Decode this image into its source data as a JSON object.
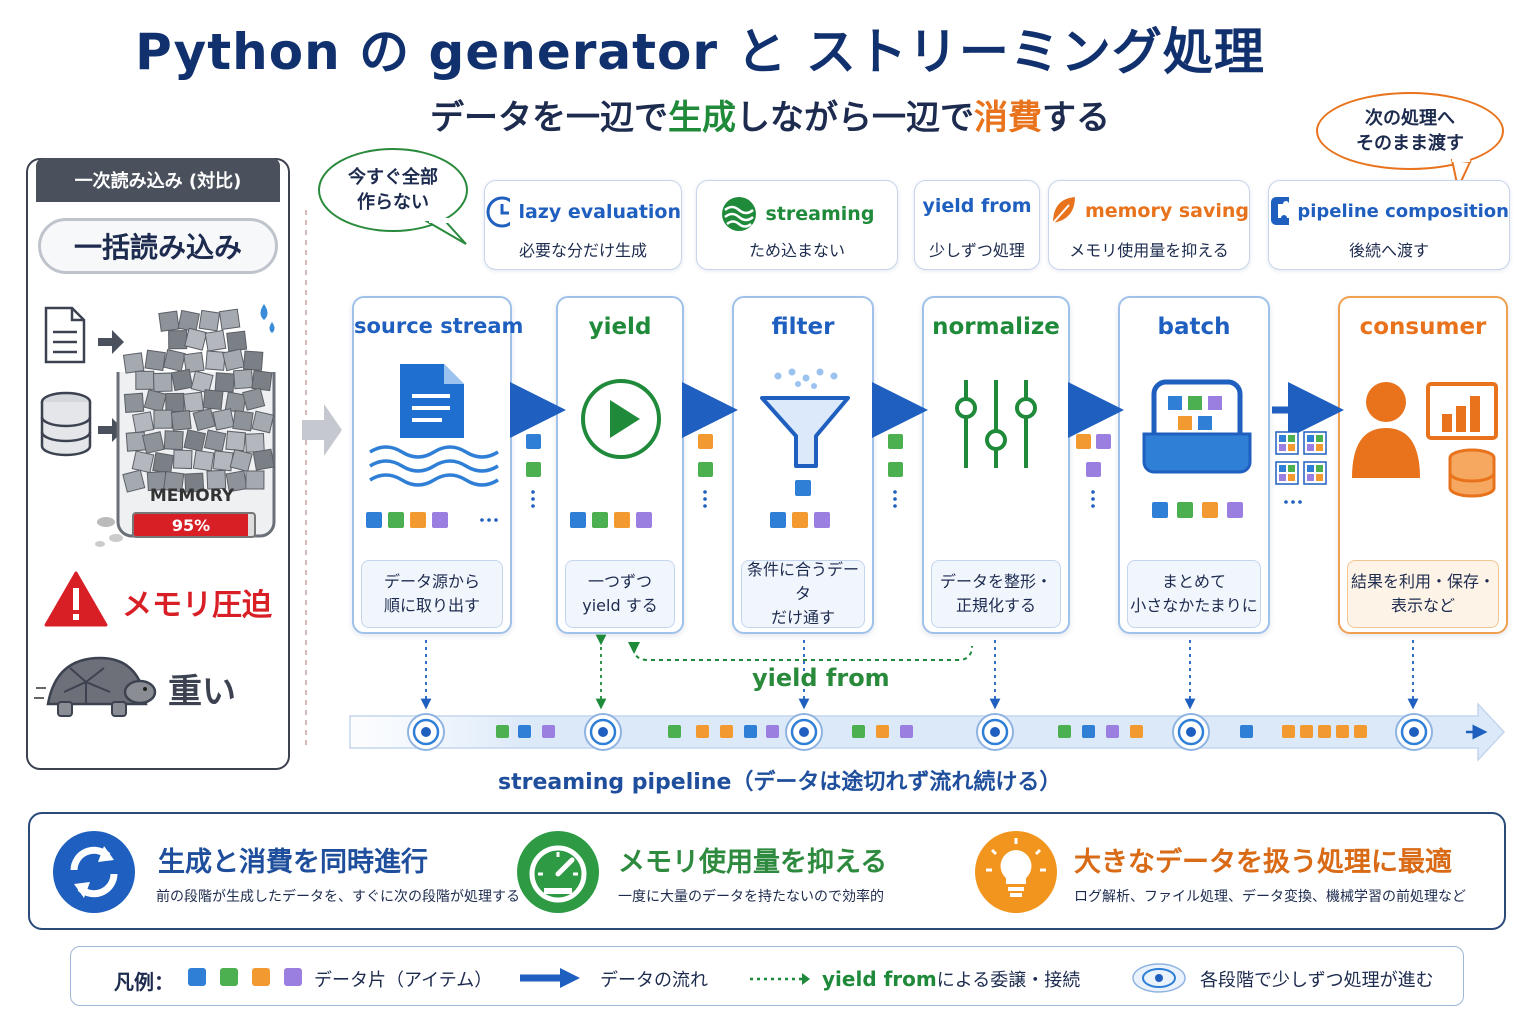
{
  "title": "Python の generator と ストリーミング処理",
  "subtitle": {
    "part1": "データを一辺で",
    "accent1": "生成",
    "part2": "しながら一辺で",
    "accent2": "消費",
    "part3": "する"
  },
  "bubbles": {
    "left": "今すぐ全部\n作らない",
    "right": "次の処理へ\nそのまま渡す"
  },
  "left_panel": {
    "tab": "一次読み込み (対比)",
    "pill": "一括読み込み",
    "memory_label": "MEMORY",
    "memory_text": "95%",
    "memory_level": 0.95,
    "warning": "メモリ圧迫",
    "heavy": "重い"
  },
  "features": [
    {
      "title": "lazy evaluation",
      "desc": "必要な分だけ生成",
      "color": "#1f5fbf",
      "icon": "clock-icon"
    },
    {
      "title": "streaming",
      "desc": "ため込まない",
      "color": "#1e8a3a",
      "icon": "wave-icon"
    },
    {
      "title": "yield from",
      "desc": "少しずつ処理",
      "color": "#1f5fbf",
      "icon": ""
    },
    {
      "title": "memory saving",
      "desc": "メモリ使用量を抑える",
      "color": "#e8731c",
      "icon": "leaf-icon"
    },
    {
      "title": "pipeline composition",
      "desc": "後続へ渡す",
      "color": "#1f5fbf",
      "icon": "puzzle-icon"
    }
  ],
  "stages": [
    {
      "title": "source stream",
      "desc": "データ源から\n順に取り出す",
      "color": "#1f5fbf"
    },
    {
      "title": "yield",
      "desc": "一つずつ\nyield する",
      "color": "#1e8a3a"
    },
    {
      "title": "filter",
      "desc": "条件に合うデータ\nだけ通す",
      "color": "#1f5fbf"
    },
    {
      "title": "normalize",
      "desc": "データを整形・\n正規化する",
      "color": "#1e8a3a"
    },
    {
      "title": "batch",
      "desc": "まとめて\n小さなかたまりに",
      "color": "#1f5fbf"
    },
    {
      "title": "consumer",
      "desc": "結果を利用・保存・\n表示など",
      "color": "#e8731c"
    }
  ],
  "yield_from_label": "yield from",
  "pipeline_label": "streaming pipeline（データは途切れず流れ続ける）",
  "bottom": [
    {
      "title": "生成と消費を同時進行",
      "desc": "前の段階が生成したデータを、すぐに次の段階が処理する",
      "color": "#1f5fbf",
      "icon": "cycle-icon"
    },
    {
      "title": "メモリ使用量を抑える",
      "desc": "一度に大量のデータを持たないので効率的",
      "color": "#2e9a44",
      "icon": "gauge-icon"
    },
    {
      "title": "大きなデータを扱う処理に最適",
      "desc": "ログ解析、ファイル処理、データ変換、機械学習の前処理など",
      "color": "#e8731c",
      "icon": "lightbulb-icon"
    }
  ],
  "legend": {
    "label": "凡例：",
    "items_text": "データ片（アイテム）",
    "flow_text": "データの流れ",
    "yield_from_text": "yield from",
    "yield_from_suffix": "による委譲・接続",
    "step_text": "各段階で少しずつ処理が進む"
  },
  "item_colors": {
    "blue": "#2f7fd6",
    "green": "#4caf50",
    "orange": "#f29a30",
    "purple": "#9b7fe0"
  }
}
